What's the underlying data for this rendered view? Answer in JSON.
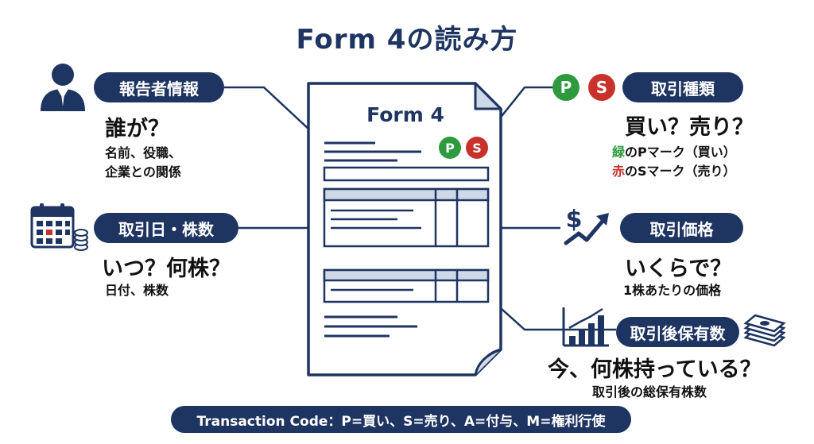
{
  "title": "Form 4の読み方",
  "document": {
    "title": "Form 4",
    "badge_p": "P",
    "badge_s": "S"
  },
  "reporter": {
    "label": "報告者情報",
    "question": "誰が？",
    "line1": "名前、役職、",
    "line2": "企業との関係",
    "icon": "person-icon"
  },
  "date_shares": {
    "label": "取引日・株数",
    "question": "いつ？何株？",
    "detail": "日付、株数",
    "icon": "calendar-icon"
  },
  "transaction_type": {
    "label": "取引種類",
    "question": "買い？売り？",
    "badge_p": "P",
    "badge_s": "S",
    "green_word": "緑",
    "green_rest": "のPマーク（買い）",
    "red_word": "赤",
    "red_rest": "のSマーク（売り）",
    "icon": "p-s-badges"
  },
  "price": {
    "label": "取引価格",
    "question": "いくらで？",
    "detail": "1株あたりの価格",
    "icon": "dollar-trend-icon"
  },
  "holdings": {
    "label": "取引後保有数",
    "question": "今、何株持っている？",
    "detail": "取引後の総保有株数",
    "icon": "bar-chart-icon",
    "icon2": "money-stack-icon"
  },
  "footer": {
    "text": "Transaction Code：P=買い、S=売り、A=付与、M=権利行使"
  },
  "colors": {
    "navy": "#1e3461",
    "green": "#2e9a3e",
    "red": "#c8322b"
  }
}
